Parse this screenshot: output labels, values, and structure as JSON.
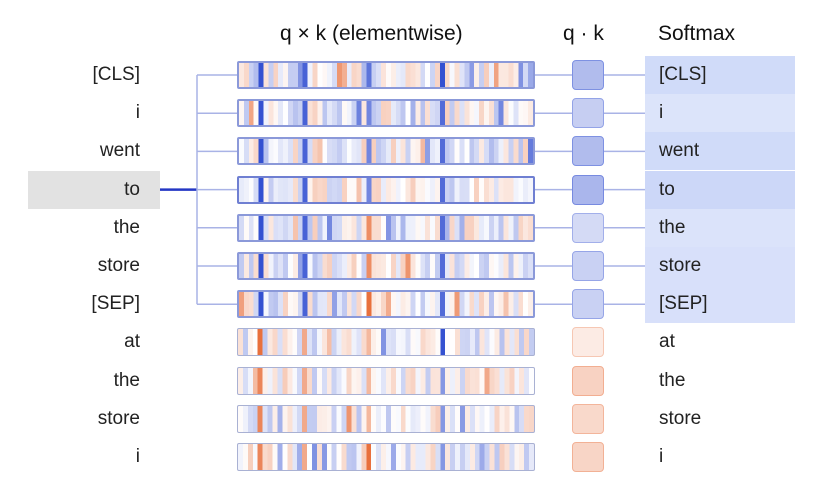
{
  "headers": {
    "elementwise": "q × k (elementwise)",
    "dot": "q · k",
    "softmax": "Softmax"
  },
  "tokens": [
    "[CLS]",
    "i",
    "went",
    "to",
    "the",
    "store",
    "[SEP]",
    "at",
    "the",
    "store",
    "i"
  ],
  "selected_index": 3,
  "attended_count": 7,
  "dot_products": [
    -0.55,
    -0.4,
    -0.55,
    -0.6,
    -0.3,
    -0.38,
    -0.38,
    0.2,
    0.45,
    0.38,
    0.42
  ],
  "softmax_weights": [
    0.17,
    0.09,
    0.17,
    0.2,
    0.1,
    0.12,
    0.12
  ],
  "colors": {
    "positive": "#3451d1",
    "negative": "#e8703d",
    "connector": "#a9b3e6",
    "selected_connector": "#2437c4",
    "softmax_fill": "#dde6fb",
    "selected_bg": "#e2e2e2"
  }
}
